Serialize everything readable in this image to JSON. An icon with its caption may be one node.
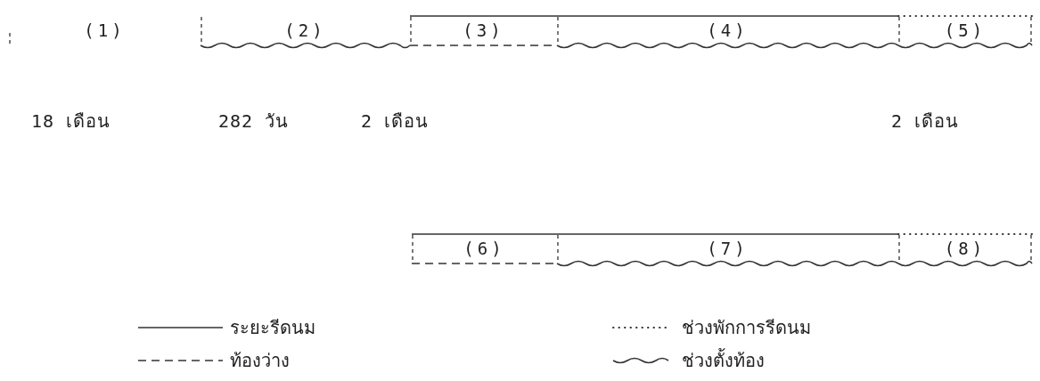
{
  "diagram": {
    "nodes": [
      {
        "text": [
          "(1)"
        ]
      },
      {
        "text": [
          "(2)"
        ]
      },
      {
        "text": [
          "(3)"
        ]
      },
      {
        "text": [
          "(4)"
        ]
      },
      {
        "text": [
          "(5)"
        ]
      },
      {
        "text": [
          "(6)"
        ]
      },
      {
        "text": [
          "(7)"
        ]
      },
      {
        "text": [
          "(8)"
        ]
      }
    ],
    "edges": [],
    "labels": [
      "18 เดือน",
      "282 วัน",
      "2 เดือน",
      "2 เดือน"
    ],
    "legend": [
      {
        "text": "ระยะรีดนม"
      },
      {
        "text": "ช่วงพักการรีดนม"
      },
      {
        "text": "ท้องว่าง"
      },
      {
        "text": "ช่วงตั้งท้อง"
      }
    ]
  }
}
